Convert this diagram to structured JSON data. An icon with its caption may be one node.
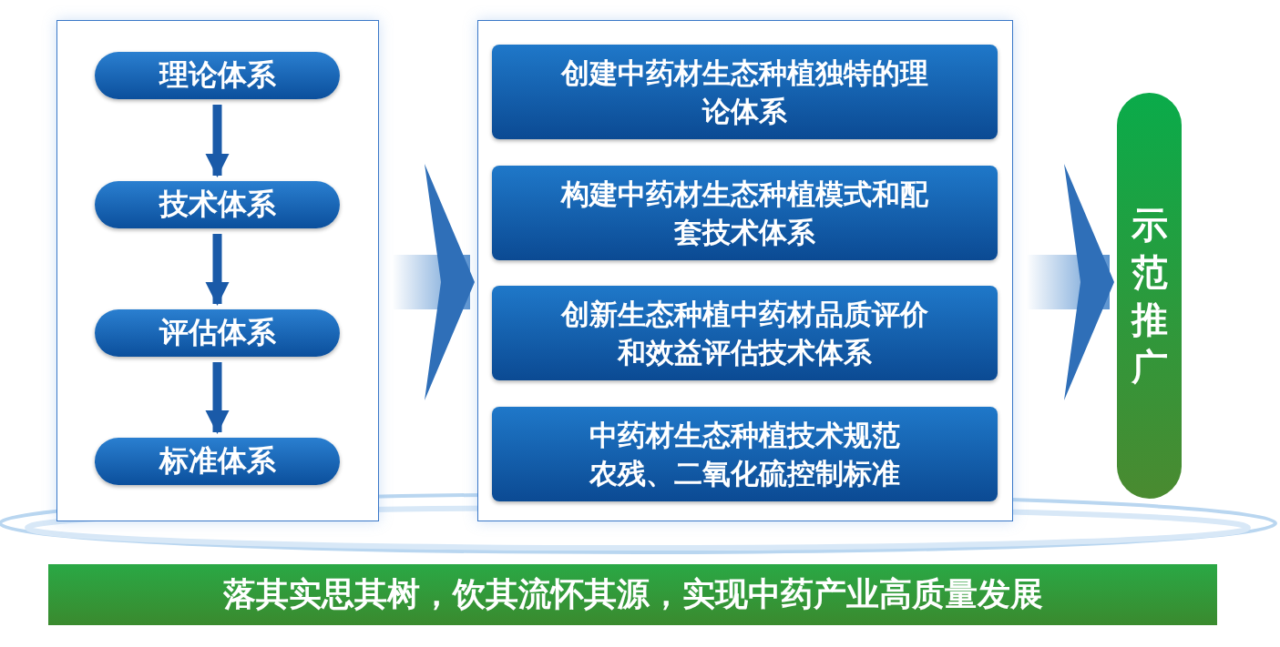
{
  "diagram": {
    "nodes": [
      {
        "text": [],
        "shape": "box"
      },
      {
        "text": [
          "理论体系"
        ],
        "in": 0
      },
      {
        "text": [
          "技术体系"
        ],
        "in": 0
      },
      {
        "text": [
          "评估体系"
        ],
        "in": 0
      },
      {
        "text": [
          "标准体系"
        ],
        "in": 0
      },
      {
        "text": [],
        "shape": "box"
      },
      {
        "text": [
          "创建中药材生态种植独特的理论体系"
        ],
        "in": 5
      },
      {
        "text": [
          "构建中药材生态种植模式和配套技术体系"
        ],
        "in": 5
      },
      {
        "text": [
          "创新生态种植中药材品质评价和效益评估技术体系"
        ],
        "in": 5
      },
      {
        "text": [
          "中药材生态种植技术规范农残、二氧化硫控制标准"
        ],
        "in": 5
      },
      {
        "text": [
          "示范推广"
        ]
      },
      {
        "text": [
          "落其实思其树，饮其流怀其源，实现中药产业高质量发展"
        ]
      }
    ],
    "edges": [
      {
        "from": 1,
        "to": 2,
        "arrow": "to"
      },
      {
        "from": 2,
        "to": 3,
        "arrow": "to"
      },
      {
        "from": 3,
        "to": 4,
        "arrow": "to"
      },
      {
        "from": 0,
        "to": 5,
        "arrow": "to",
        "style": "thick"
      },
      {
        "from": 5,
        "to": 10,
        "arrow": "to",
        "style": "thick"
      }
    ]
  }
}
